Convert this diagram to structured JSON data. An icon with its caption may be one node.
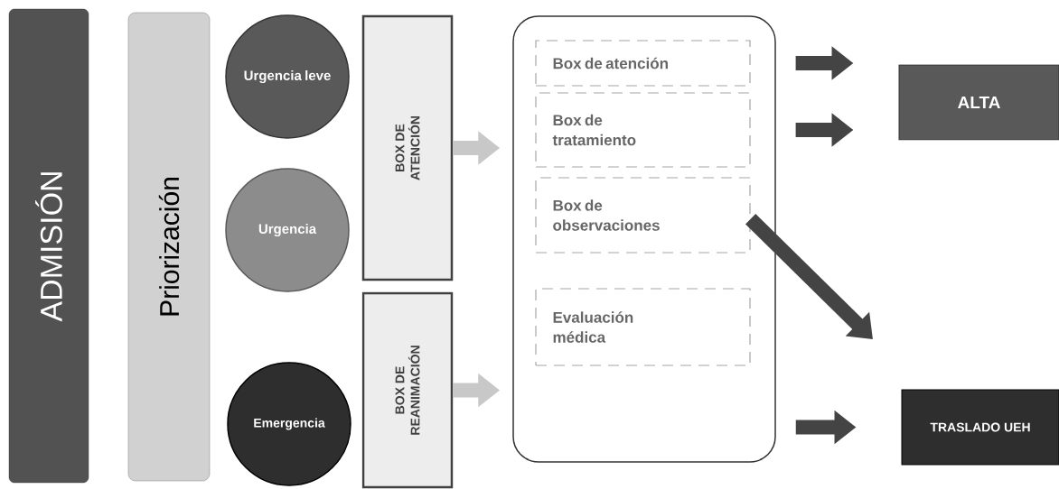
{
  "diagram": {
    "nodes": [
      {
        "text": [
          "ADMISIÓN"
        ]
      },
      {
        "text": [
          "Priorización"
        ]
      },
      {
        "text": [
          "Urgencia leve"
        ]
      },
      {
        "text": [
          "Urgencia"
        ]
      },
      {
        "text": [
          "Emergencia"
        ]
      },
      {
        "text": [
          "BOX DE ATENCIÓN"
        ]
      },
      {
        "text": [
          "BOX DE REANIMACIÓN"
        ]
      },
      {
        "text": [],
        "shape": "box"
      },
      {
        "text": [
          "Box de atención"
        ],
        "in": 7
      },
      {
        "text": [
          "Box de tratamiento"
        ],
        "in": 7
      },
      {
        "text": [
          "Box de observaciones"
        ],
        "in": 7
      },
      {
        "text": [
          "Evaluación médica"
        ],
        "in": 7
      },
      {
        "text": [
          "ALTA"
        ]
      },
      {
        "text": [
          "TRASLADO UEH"
        ]
      }
    ],
    "edges": [
      {
        "from": 5,
        "to": 7,
        "arrow": "to",
        "color": "#c8c8c8"
      },
      {
        "from": 6,
        "to": 7,
        "arrow": "to",
        "color": "#c8c8c8"
      },
      {
        "from": 8,
        "to": 12,
        "arrow": "to"
      },
      {
        "from": 9,
        "to": 12,
        "arrow": "to"
      },
      {
        "from": 10,
        "to": null,
        "arrow": "to"
      },
      {
        "from": 7,
        "to": 13,
        "arrow": "to"
      }
    ]
  }
}
